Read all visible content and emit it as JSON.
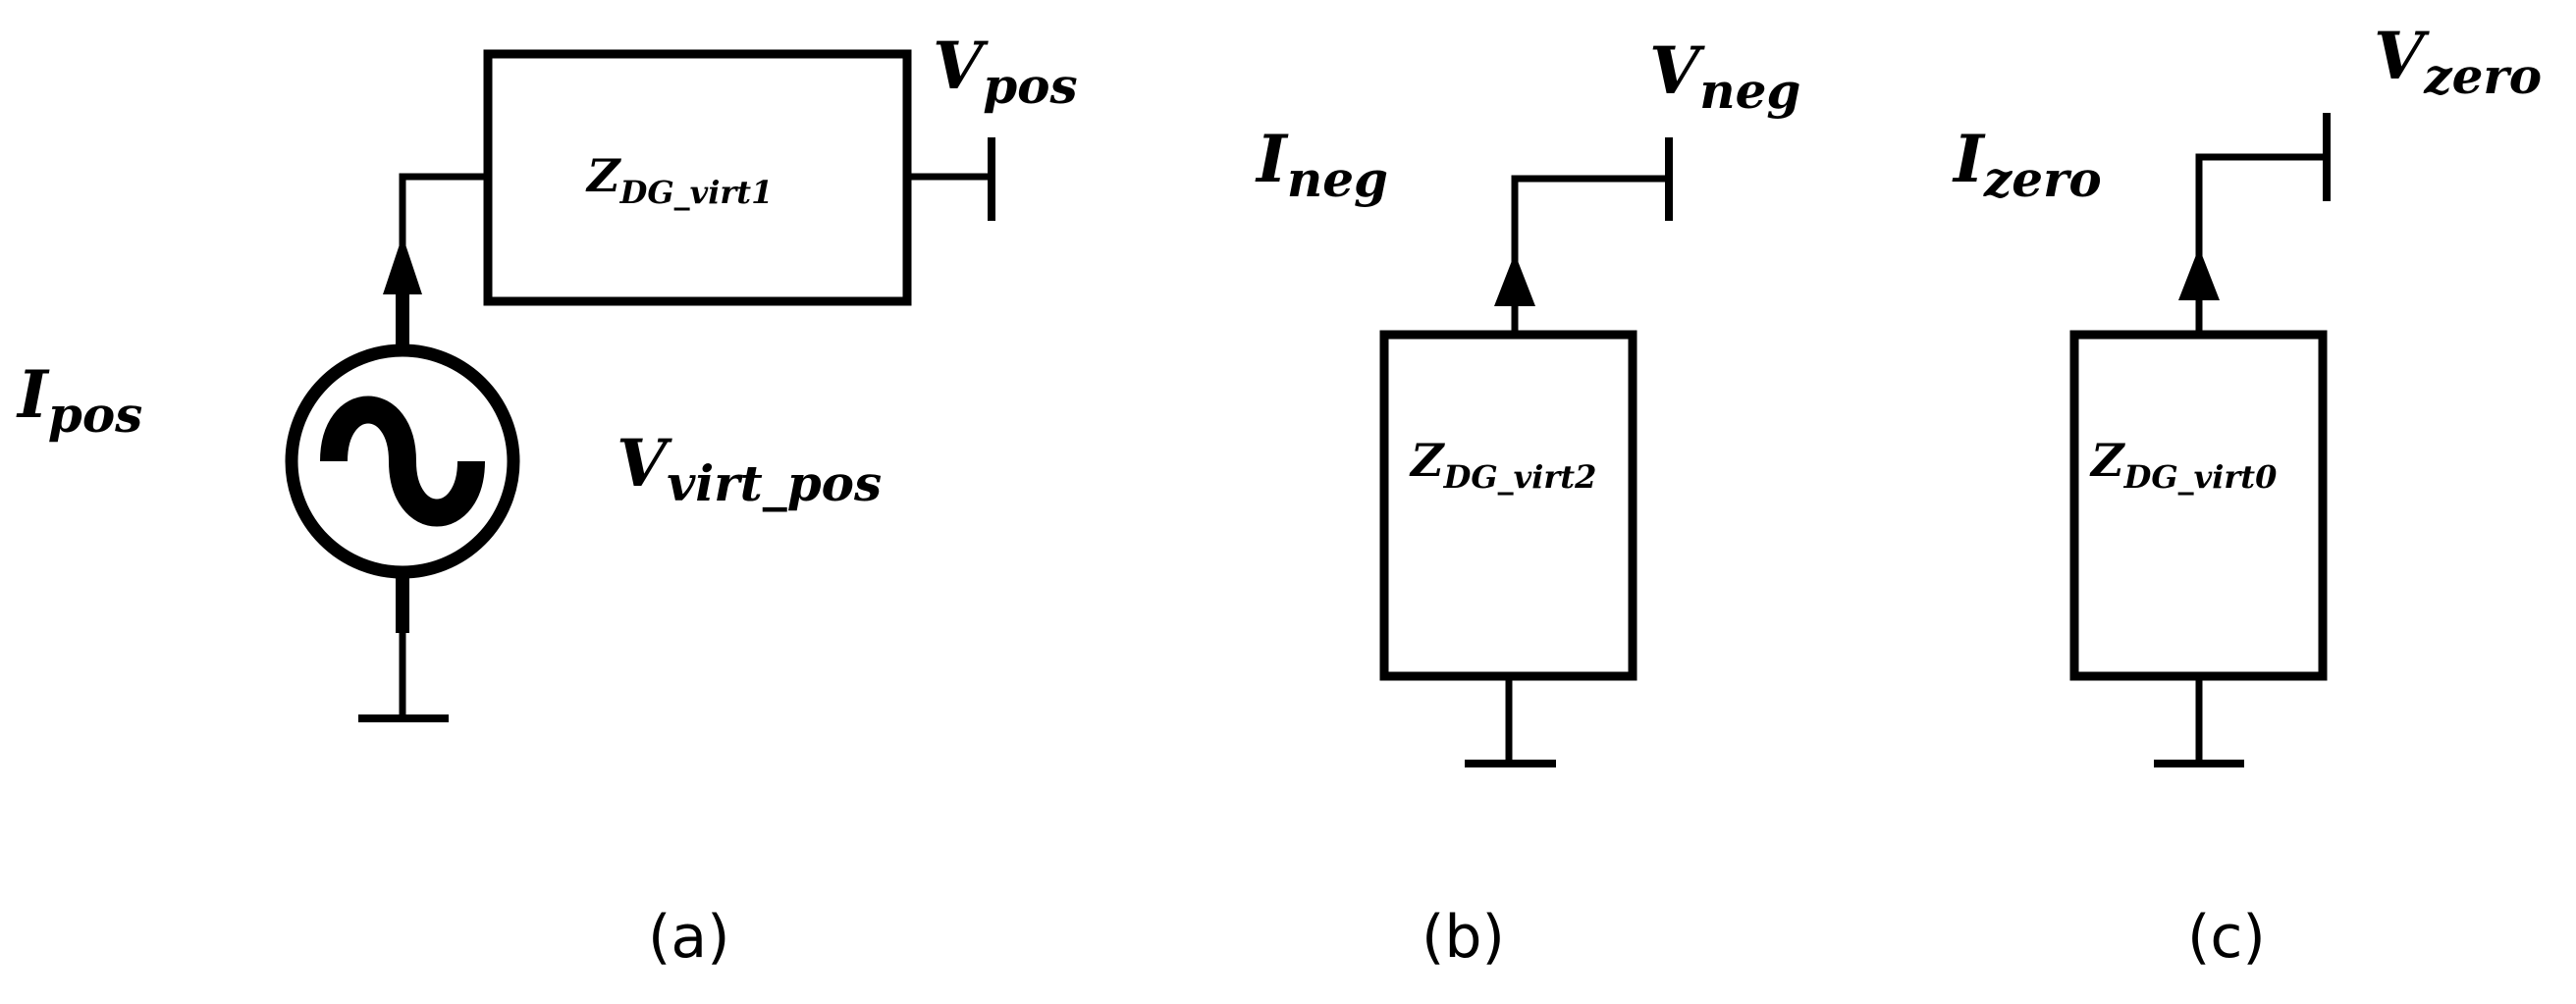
{
  "panels": {
    "a": {
      "caption": "(a)",
      "current": {
        "main": "I",
        "sub": "pos"
      },
      "voltage_out": {
        "main": "V",
        "sub": "pos"
      },
      "source_voltage": {
        "main": "V",
        "sub": "virt_pos"
      },
      "impedance": {
        "main": "Z",
        "sub": "DG_virt1"
      }
    },
    "b": {
      "caption": "(b)",
      "current": {
        "main": "I",
        "sub": "neg"
      },
      "voltage_out": {
        "main": "V",
        "sub": "neg"
      },
      "impedance": {
        "main": "Z",
        "sub": "DG_virt2"
      }
    },
    "c": {
      "caption": "(c)",
      "current": {
        "main": "I",
        "sub": "zero"
      },
      "voltage_out": {
        "main": "V",
        "sub": "zero"
      },
      "impedance": {
        "main": "Z",
        "sub": "DG_virt0"
      }
    }
  }
}
